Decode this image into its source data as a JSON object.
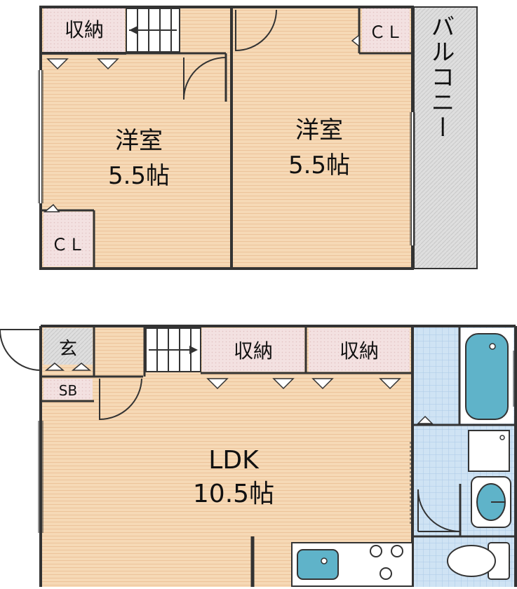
{
  "upper_floor": {
    "room_left": {
      "name": "洋室",
      "size": "5.5帖"
    },
    "room_right": {
      "name": "洋室",
      "size": "5.5帖"
    },
    "storage": "収納",
    "closet_top": "ＣＬ",
    "closet_bottom": "ＣＬ",
    "balcony": "バルコニー"
  },
  "lower_floor": {
    "entrance": "玄",
    "shoe_box": "SB",
    "storage_1": "収納",
    "storage_2": "収納",
    "ldk_name": "LDK",
    "ldk_size": "10.5帖"
  },
  "colors": {
    "floor": "#f6d9b6",
    "floor_line": "#efc79e",
    "storage": "#f3e3e3",
    "wet_area": "#cfe3f4",
    "wet_grid": "#b6d2ec",
    "balcony": "#dcdcdc",
    "wall": "#333333",
    "fixture": "#5fb3c9"
  }
}
